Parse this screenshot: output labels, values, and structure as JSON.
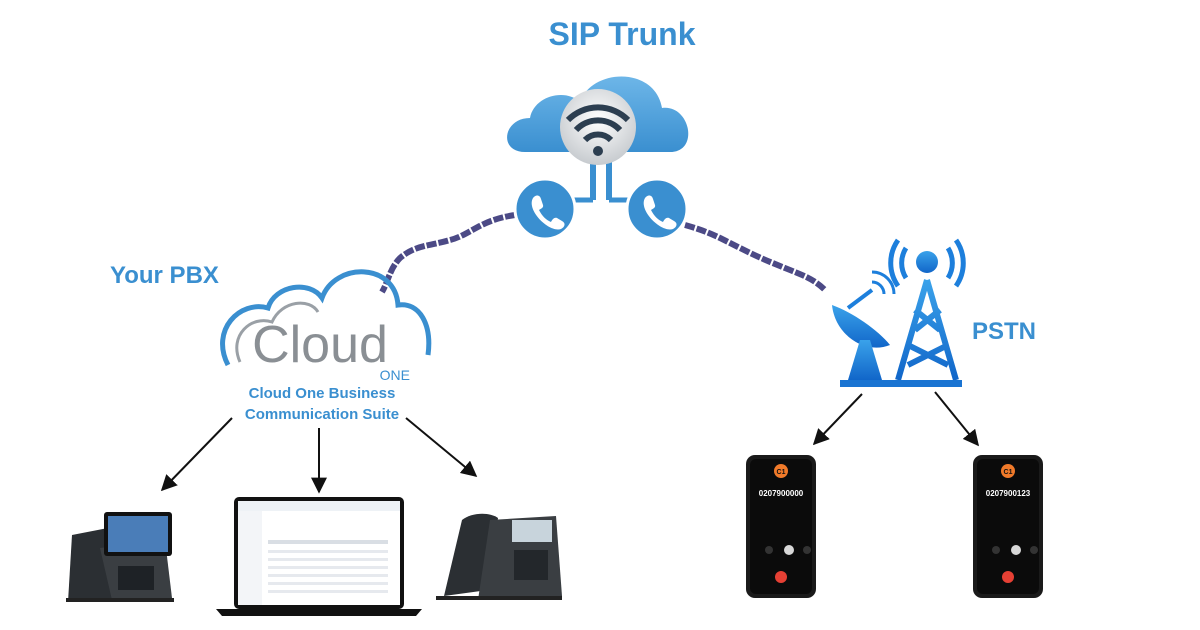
{
  "sip_trunk": {
    "title": "SIP Trunk"
  },
  "pbx": {
    "label": "Your PBX",
    "logo_word": "Cloud",
    "logo_sub": "ONE",
    "product_name": "Cloud One Business Communication Suite"
  },
  "pstn": {
    "label": "PSTN"
  },
  "mobiles": [
    {
      "badge": "C1",
      "number": "0207900000"
    },
    {
      "badge": "C1",
      "number": "0207900123"
    }
  ],
  "colors": {
    "accent": "#3a8fd0",
    "cloud_blue": "#4aa0dc",
    "wifi_gray": "#8f9498",
    "cable": "#4c4a86",
    "hangup_red": "#e64034",
    "badge_orange": "#f07a2a"
  }
}
